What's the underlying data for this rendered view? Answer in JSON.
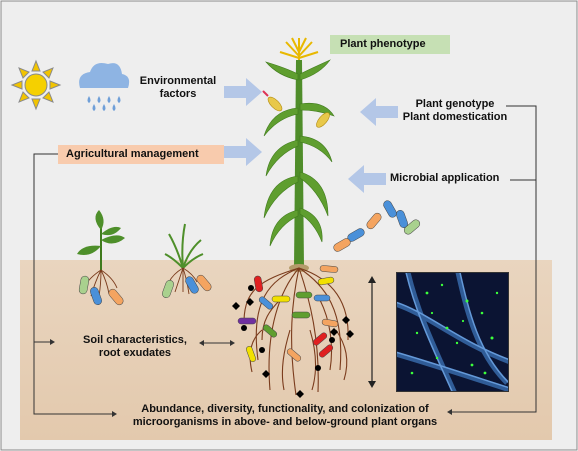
{
  "labels": {
    "plant_phenotype": "Plant phenotype",
    "environmental_factors": [
      "Environmental",
      "factors"
    ],
    "plant_genotype": "Plant genotype",
    "plant_domestication": "Plant domestication",
    "agricultural_management": "Agricultural management",
    "microbial_application": "Microbial application",
    "soil_characteristics": [
      "Soil characteristics,",
      "root exudates"
    ],
    "abundance": [
      "Abundance, diversity, functionality, and colonization of",
      "microorganisms in above- and below-ground plant organs"
    ]
  },
  "colors": {
    "frame_bg": "#eeeeee",
    "soil": "#e8d3bc",
    "arrow_blue": "#b4c7e7",
    "green_box": "#c6e0b4",
    "orange_box": "#f8cbad",
    "sun": "#f2c400",
    "cloud": "#8eb4e3",
    "leaf": "#5f9e2f",
    "root": "#7a3b1c"
  },
  "icons": [
    "sun-icon",
    "rain-cloud-icon",
    "maize-plant-icon",
    "seedling-icon",
    "grass-icon",
    "bacteria-icon",
    "microscopy-image"
  ]
}
